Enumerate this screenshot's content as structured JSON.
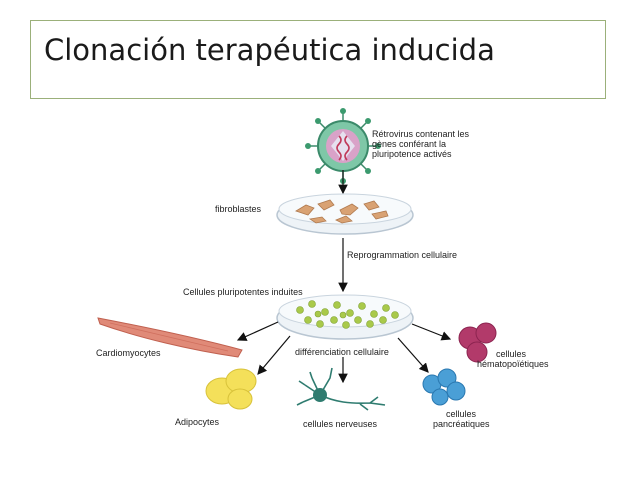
{
  "slide": {
    "title": "Clonación terapéutica inducida"
  },
  "diagram": {
    "retrovirus_label": [
      "Rétrovirus contenant les",
      "gènes conférant la",
      "pluripotence activés"
    ],
    "fibroblasts_label": "fibroblastes",
    "reprogramming_label": "Reprogrammation cellulaire",
    "ips_label": "Cellules pluripotentes induites",
    "differentiation_label": "différenciation cellulaire",
    "cardiomyocytes_label": "Cardiomyocytes",
    "adipocytes_label": "Adipocytes",
    "neurons_label": "cellules nerveuses",
    "hematopoietic_label": [
      "cellules",
      "hématopoïétiques"
    ],
    "pancreatic_label": [
      "cellules",
      "pancréatiques"
    ]
  }
}
